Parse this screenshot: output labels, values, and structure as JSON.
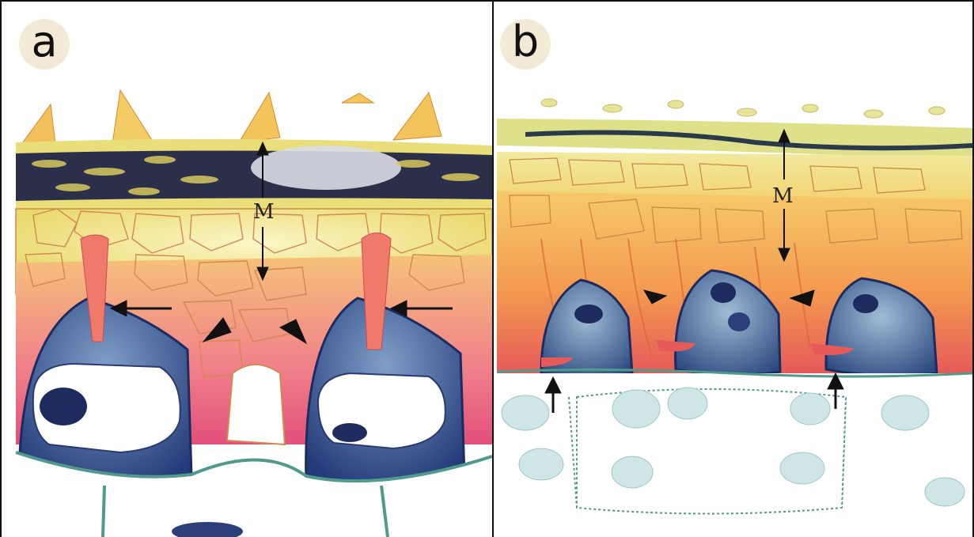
{
  "panels": [
    {
      "id": "a",
      "label": "a",
      "marker_label": "M"
    },
    {
      "id": "b",
      "label": "b",
      "marker_label": "M"
    }
  ],
  "colors": {
    "cuticle_dark": "#2b2f4a",
    "cell_yellow": "#f3e98a",
    "cell_orange": "#f39a4a",
    "cell_pink": "#f07a8a",
    "nucleus_blue": "#2d3f7a",
    "cell_wall_teal": "#5fa39a",
    "vacuole_cyan": "#cfe6e6"
  }
}
